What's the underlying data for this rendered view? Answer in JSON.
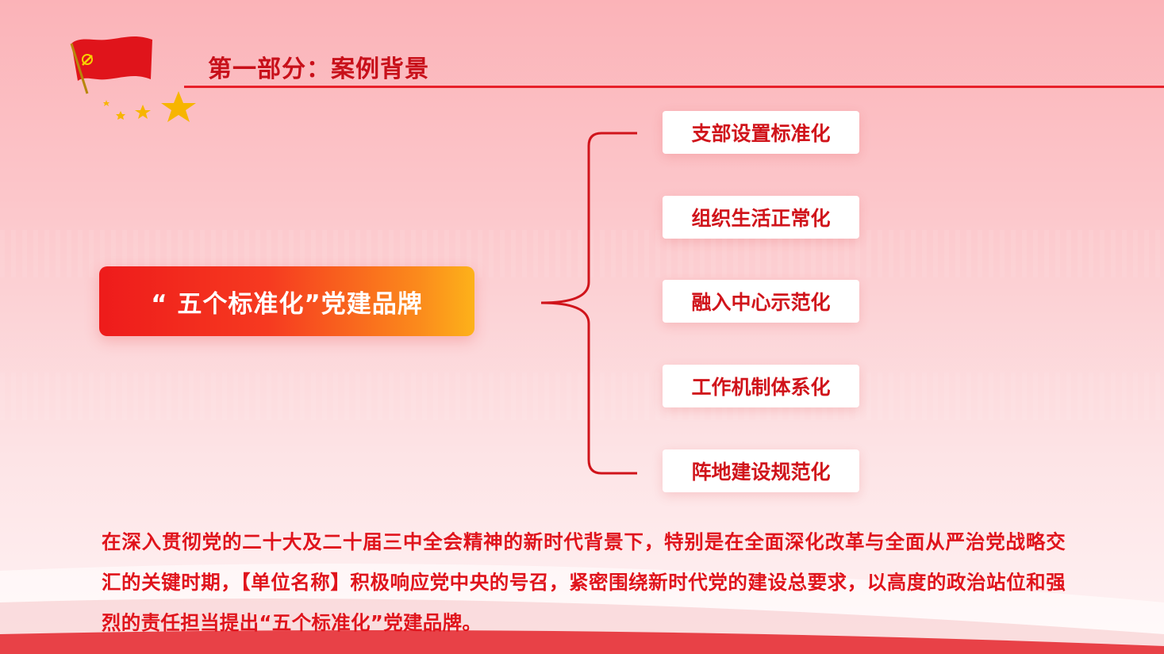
{
  "header": {
    "title": "第一部分：案例背景"
  },
  "main": {
    "brand_label": "“ 五个标准化”党建品牌",
    "items": [
      {
        "label": "支部设置标准化"
      },
      {
        "label": "组织生活正常化"
      },
      {
        "label": "融入中心示范化"
      },
      {
        "label": "工作机制体系化"
      },
      {
        "label": "阵地建设规范化"
      }
    ]
  },
  "footer": {
    "paragraph": "在深入贯彻党的二十大及二十届三中全会精神的新时代背景下，特别是在全面深化改革与全面从严治党战略交汇的关键时期，【单位名称】积极响应党中央的号召，紧密围绕新时代党的建设总要求，以高度的政治站位和强烈的责任担当提出“五个标准化”党建品牌。"
  },
  "colors": {
    "accent_red": "#d0141b",
    "title_red": "#c8101a",
    "line_red": "#e8202a",
    "gradient_start": "#ee1b1b",
    "gradient_end": "#fdb21a",
    "star_gold": "#f7b500"
  },
  "icons": {
    "logo": "party-flag-icon",
    "stars": "gold-star-icon"
  }
}
